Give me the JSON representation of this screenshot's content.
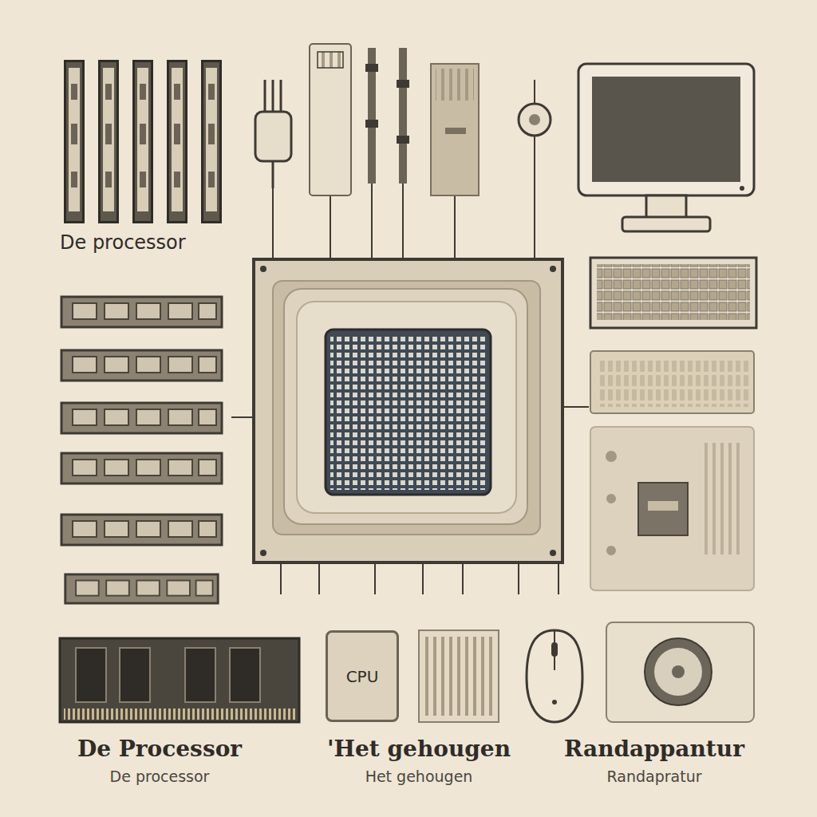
{
  "diagram": {
    "nodes": [
      {
        "text": [
          "CPU"
        ]
      }
    ],
    "labels": [
      "De processor",
      "De Processor",
      "De processor",
      "'Het gehougen",
      "Het gehougen",
      "Randappantur",
      "Randapratur"
    ]
  }
}
